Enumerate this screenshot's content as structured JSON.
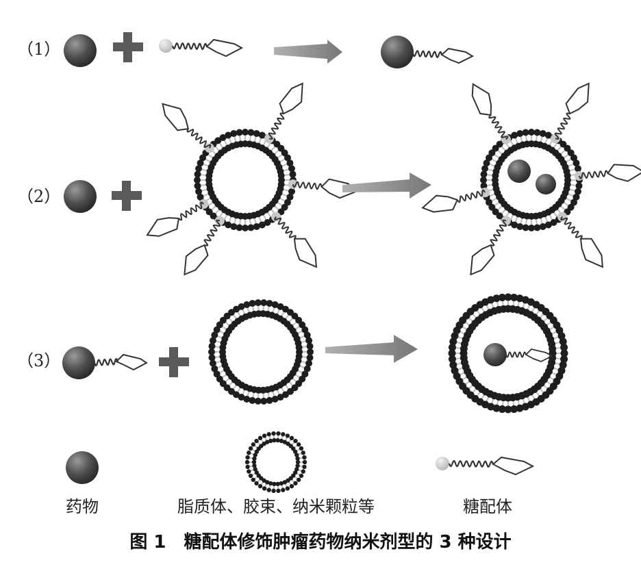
{
  "rows": [
    {
      "label": "（1）"
    },
    {
      "label": "（2）"
    },
    {
      "label": "（3）"
    }
  ],
  "legend": {
    "drug": "药物",
    "carrier": "脂质体、胶束、纳米颗粒等",
    "ligand": "糖配体"
  },
  "caption": "图 1　糖配体修饰肿瘤药物纳米剂型的 3 种设计",
  "colors": {
    "drug_sphere": "#444444",
    "lipid_head": "#1e1e1e",
    "lipid_tail": "#bdbdbd",
    "arrow": "#8a8a8a",
    "plus": "#5a5a5a",
    "anchor": "#cfcfcf"
  }
}
